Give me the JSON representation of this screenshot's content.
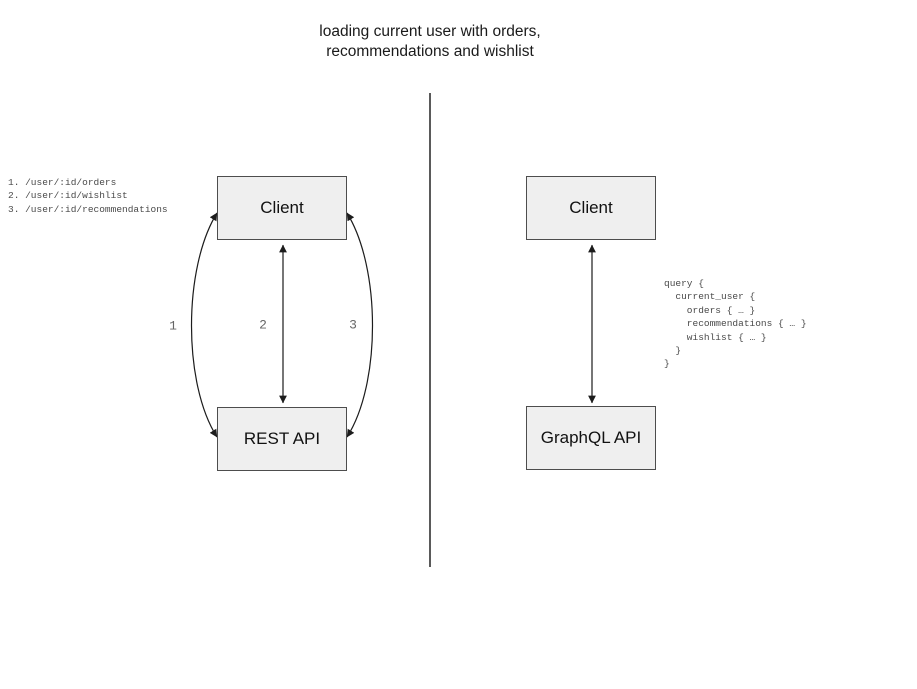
{
  "title": {
    "line1": "loading current user with orders,",
    "line2": "recommendations and wishlist"
  },
  "rest_panel": {
    "endpoints": "1. /user/:id/orders\n2. /user/:id/wishlist\n3. /user/:id/recommendations",
    "client_label": "Client",
    "api_label": "REST API",
    "arrow_labels": [
      "1",
      "2",
      "3"
    ],
    "request_count": 3
  },
  "graphql_panel": {
    "client_label": "Client",
    "api_label": "GraphQL API",
    "query": "query {\n  current_user {\n    orders { … }\n    recommendations { … }\n    wishlist { … }\n  }\n}",
    "request_count": 1
  },
  "colors": {
    "box_fill": "#efefef",
    "box_border": "#4d4d4d",
    "arrow": "#1c1c1c",
    "annotation_text": "#4a4a4a",
    "arrow_number": "#666666",
    "divider": "#5a5a5a",
    "title_text": "#1a1a1a"
  }
}
